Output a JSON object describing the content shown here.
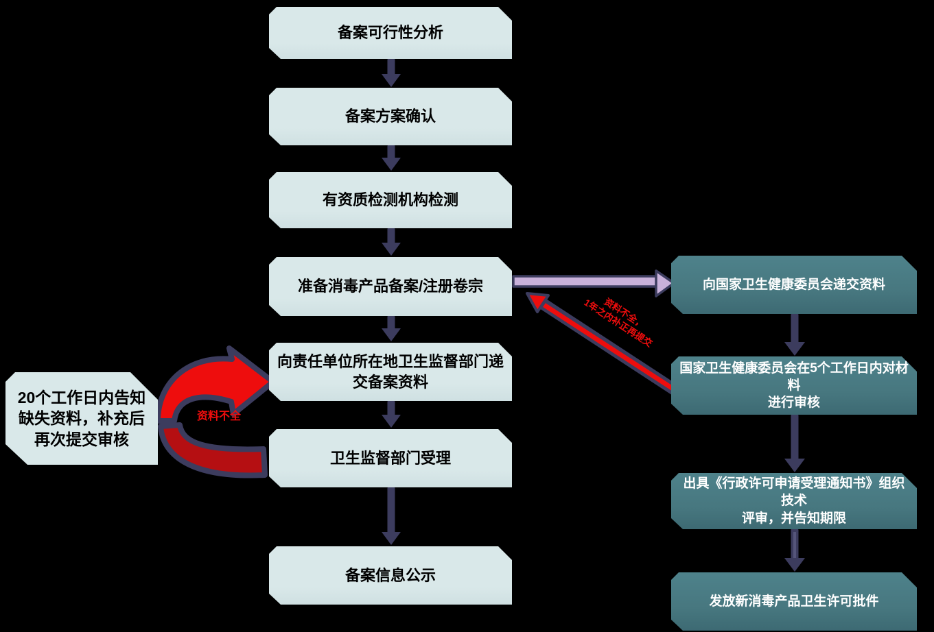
{
  "colors": {
    "light_box_fill": "#d9e8e9",
    "teal_box_fill": "#4e828b",
    "arrow_navy": "#3c3c5e",
    "horizontal_arrow_fill": "#c9b1da",
    "red_bright": "#ee0d0d",
    "red_dark": "#b50f12",
    "text_dark": "#000000",
    "text_light": "#ffffff"
  },
  "flow": {
    "main": [
      {
        "label": "备案可行性分析"
      },
      {
        "label": "备案方案确认"
      },
      {
        "label": "有资质检测机构检测"
      },
      {
        "label": "准备消毒产品备案/注册卷宗"
      },
      {
        "label": "向责任单位所在地卫生监督部门递\n交备案资料"
      },
      {
        "label": "卫生监督部门受理"
      },
      {
        "label": "备案信息公示"
      }
    ],
    "right": [
      {
        "label": "向国家卫生健康委员会递交资料"
      },
      {
        "label": "国家卫生健康委员会在5个工作日内对材料\n进行审核"
      },
      {
        "label": "出具《行政许可申请受理通知书》组织技术\n评审，并告知期限"
      },
      {
        "label": "发放新消毒产品卫生许可批件"
      }
    ]
  },
  "side_note": {
    "text": "20个工作日内告知\n缺失资料，补充后\n再次提交审核"
  },
  "annotations": {
    "incomplete_short": "资料不全",
    "incomplete_resubmit": "资料不全，\n1年之内补正再提交"
  }
}
